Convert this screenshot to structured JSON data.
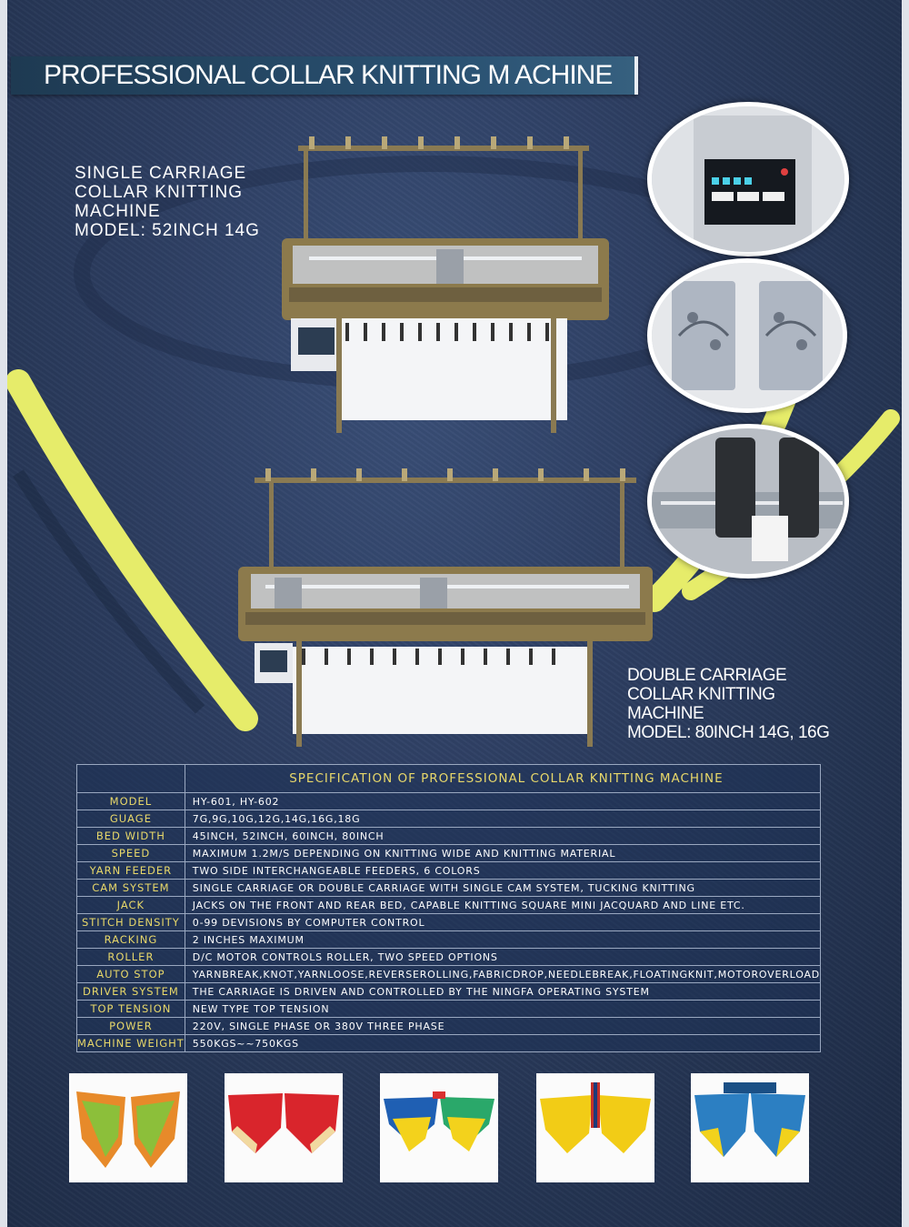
{
  "title": "PROFESSIONAL COLLAR KNITTING M ACHINE",
  "single_machine": {
    "lines": [
      "SINGLE CARRIAGE",
      "COLLAR KNITTING",
      "MACHINE",
      "MODEL: 52INCH 14G"
    ]
  },
  "double_machine": {
    "lines": [
      "DOUBLE  CARRIAGE",
      "COLLAR KNITTING",
      "MACHINE",
      "MODEL: 80INCH 14G, 16G"
    ]
  },
  "spec_table": {
    "heading": "SPECIFICATION OF PROFESSIONAL COLLAR KNITTING MACHINE",
    "rows": [
      {
        "label": "MODEL",
        "value": "HY-601, HY-602"
      },
      {
        "label": "GUAGE",
        "value": "7G,9G,10G,12G,14G,16G,18G"
      },
      {
        "label": "BED WIDTH",
        "value": "45INCH, 52INCH, 60INCH, 80INCH"
      },
      {
        "label": "SPEED",
        "value": "MAXIMUM 1.2M/S DEPENDING ON KNITTING WIDE AND KNITTING MATERIAL"
      },
      {
        "label": "YARN FEEDER",
        "value": "TWO SIDE INTERCHANGEABLE FEEDERS, 6 COLORS"
      },
      {
        "label": "CAM SYSTEM",
        "value": "SINGLE CARRIAGE OR DOUBLE CARRIAGE WITH SINGLE CAM SYSTEM, TUCKING KNITTING"
      },
      {
        "label": "JACK",
        "value": "JACKS ON THE FRONT AND REAR BED, CAPABLE KNITTING SQUARE MINI JACQUARD AND LINE ETC."
      },
      {
        "label": "STITCH DENSITY",
        "value": "0-99 DEVISIONS BY COMPUTER CONTROL"
      },
      {
        "label": "RACKING",
        "value": "2 INCHES MAXIMUM"
      },
      {
        "label": "ROLLER",
        "value": "D/C MOTOR CONTROLS ROLLER, TWO SPEED OPTIONS"
      },
      {
        "label": "AUTO STOP",
        "value": "YARNBREAK,KNOT,YARNLOOSE,REVERSEROLLING,FABRICDROP,NEEDLEBREAK,FLOATINGKNIT,MOTOROVERLOAD"
      },
      {
        "label": "DRIVER SYSTEM",
        "value": "THE CARRIAGE IS DRIVEN AND CONTROLLED BY THE NINGFA OPERATING SYSTEM"
      },
      {
        "label": "TOP TENSION",
        "value": "NEW TYPE TOP TENSION"
      },
      {
        "label": "POWER",
        "value": "220V, SINGLE PHASE OR 380V THREE PHASE"
      },
      {
        "label": "MACHINE WEIGHT",
        "value": "550KGS~~750KGS"
      }
    ]
  },
  "colors": {
    "background": "#2c3d60",
    "stripe_yellow": "#e6ec6a",
    "title_bar": "#1e3a52",
    "label_yellow": "#e8d86a"
  },
  "collar_samples": [
    "orange-green-collar",
    "red-collar",
    "multicolor-collar",
    "yellow-collar",
    "blue-collar"
  ]
}
